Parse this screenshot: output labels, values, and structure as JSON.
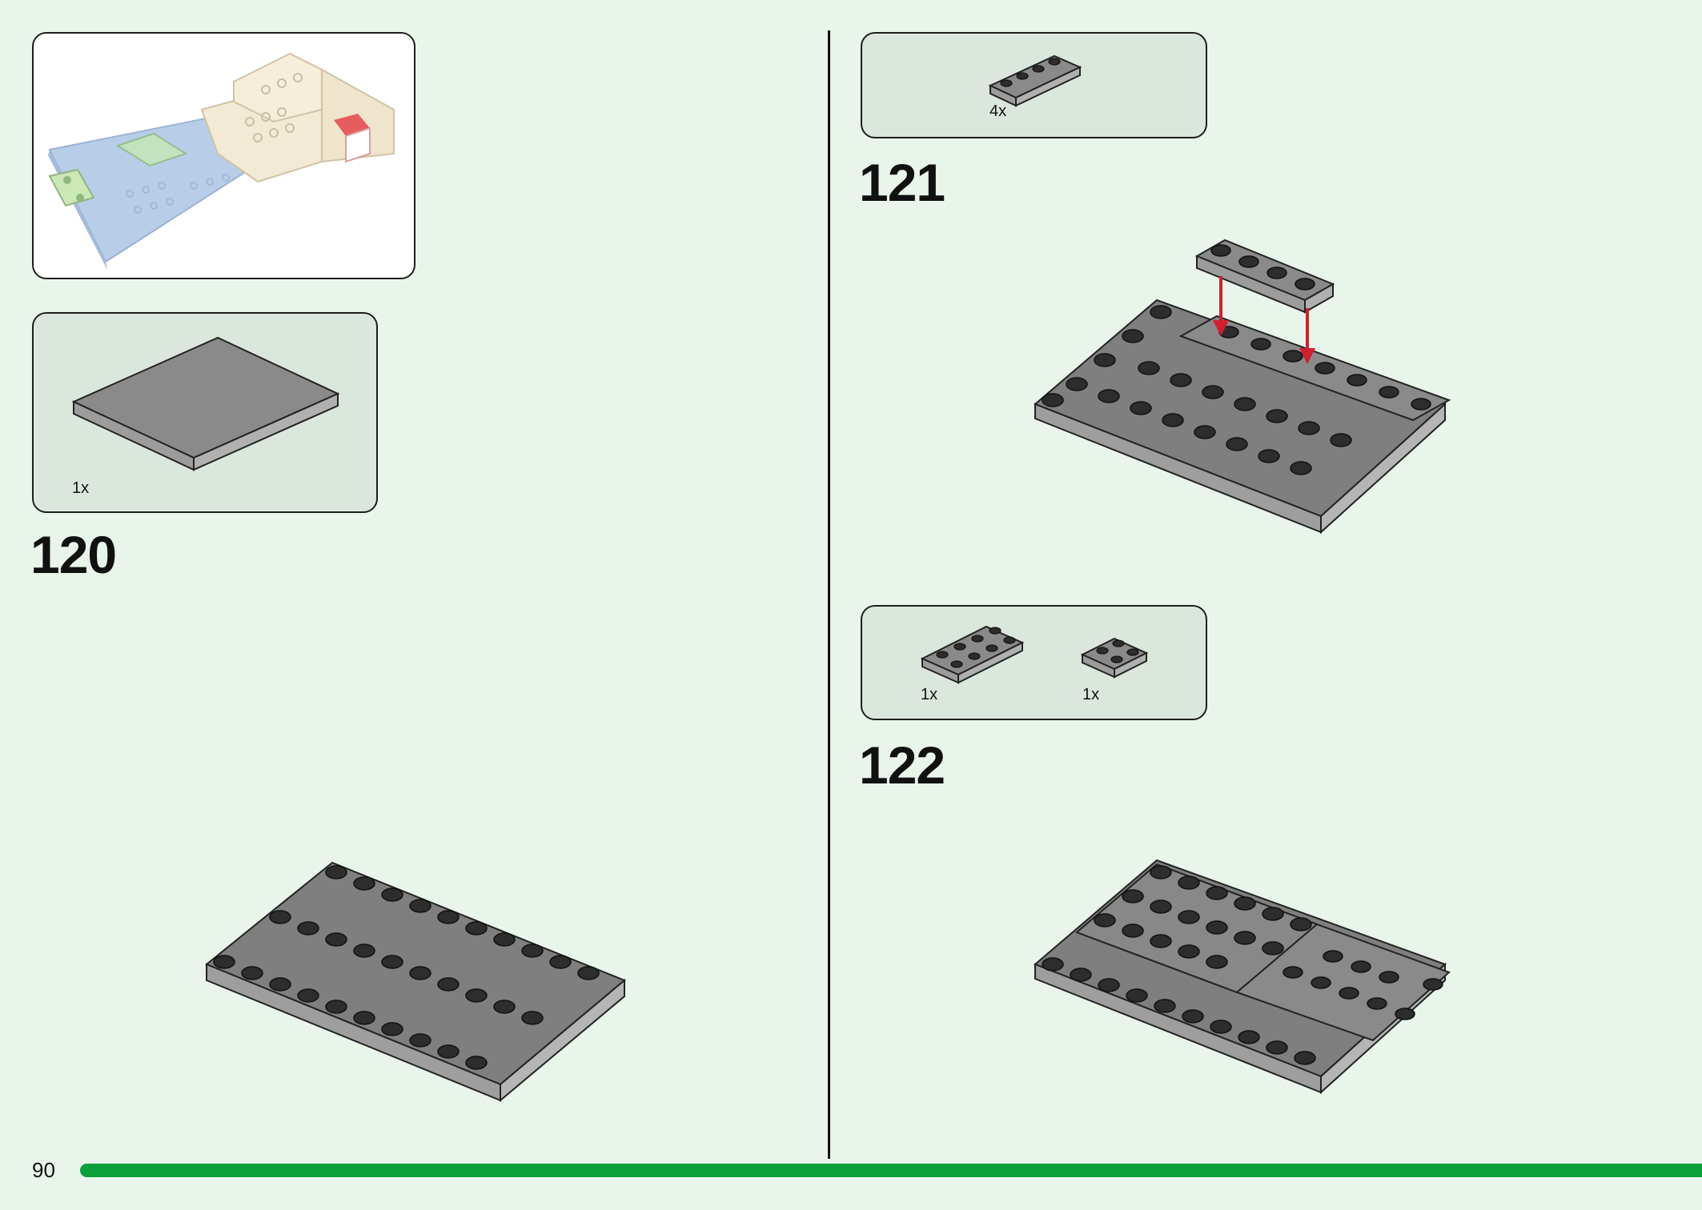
{
  "page": {
    "number": "90"
  },
  "step_120": {
    "step_number": "120",
    "parts": [
      {
        "qty": "1x",
        "part": "plate-6x10-dark-grey"
      }
    ]
  },
  "step_121": {
    "step_number": "121",
    "parts": [
      {
        "qty": "4x",
        "part": "plate-1x4-dark-grey"
      }
    ]
  },
  "step_122": {
    "step_number": "122",
    "parts": [
      {
        "qty": "1x",
        "part": "plate-2x4-dark-grey"
      },
      {
        "qty": "1x",
        "part": "plate-2x2-dark-grey"
      }
    ]
  },
  "colors": {
    "background": "#e9f4ea",
    "callout": "#dbe7dc",
    "progress_bar": "#0aa13b",
    "brick_grey": "#7b7b7b",
    "arrow": "#d0202e"
  },
  "icons": [
    "overview-model-image",
    "plate-icon",
    "arrow-down-icon"
  ]
}
